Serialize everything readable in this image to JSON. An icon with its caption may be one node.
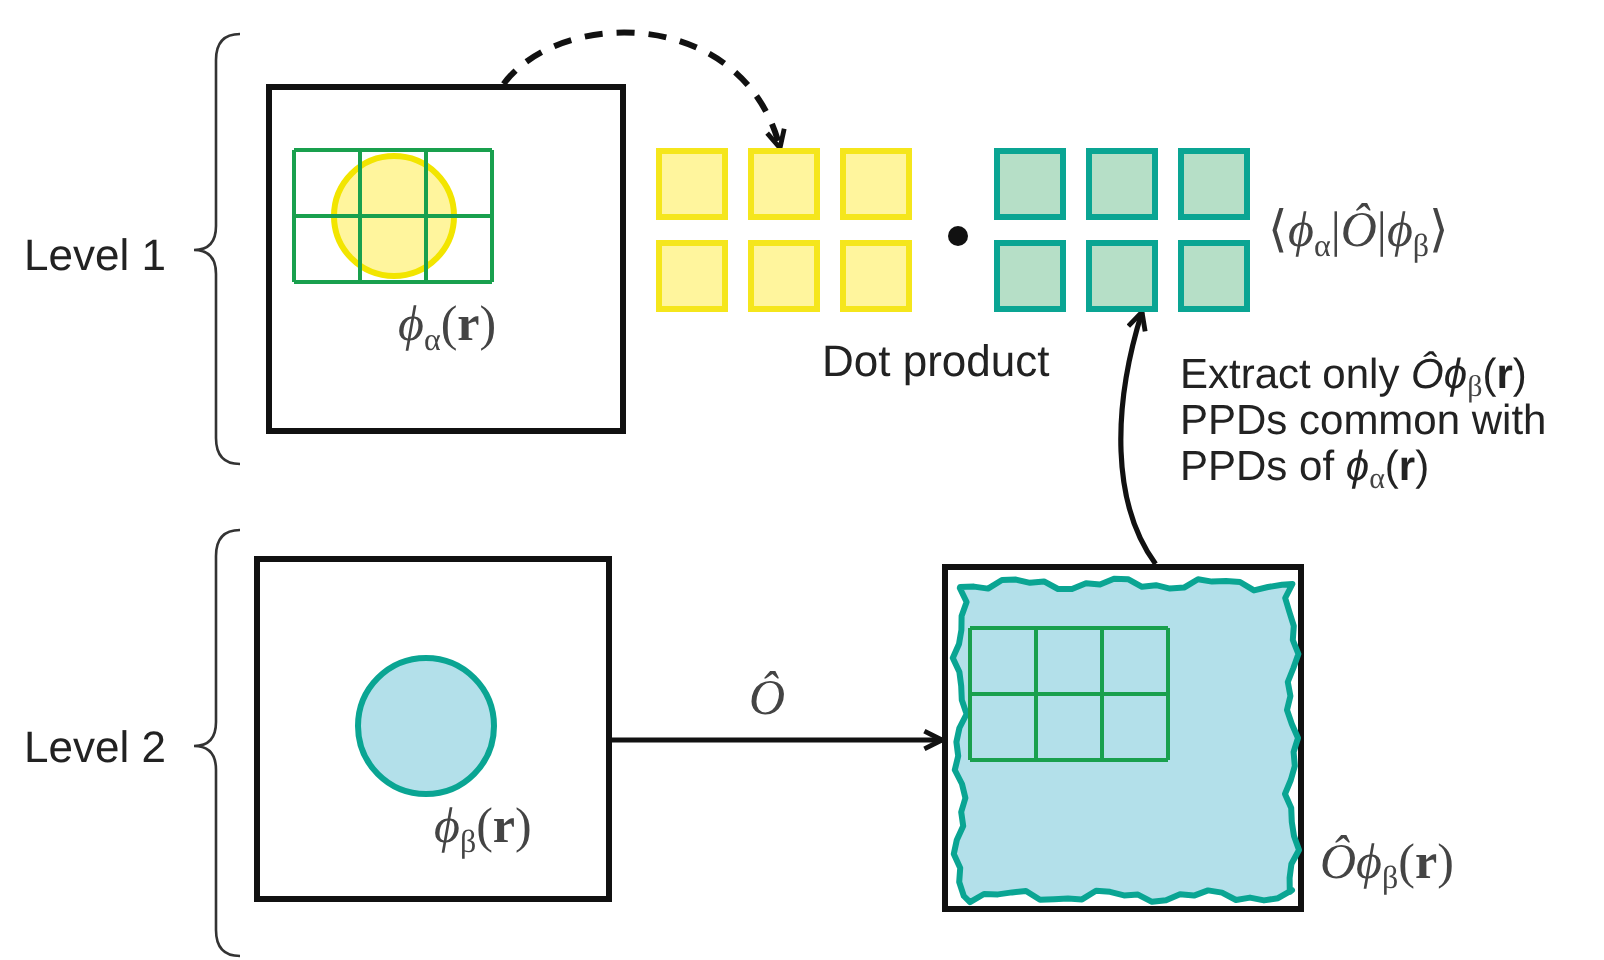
{
  "diagram": {
    "nodes": [
      {
        "text": [
          "*ϕ*$_{α}$(**r**)"
        ]
      },
      {
        "text": [],
        "shape": "grid"
      },
      {
        "text": [],
        "shape": "grid",
        "beside": [
          "⟨*ϕ*$_{α}$|*Ô*|*ϕ*$_{β}$⟩"
        ]
      },
      {
        "text": [
          "*ϕ*$_{β}$(**r**)"
        ]
      },
      {
        "text": [],
        "shape": "box",
        "beside": [
          "*Ôϕ*$_{β}$(**r**)"
        ]
      }
    ],
    "edges": [
      {
        "from": 0,
        "to": 1,
        "arrow": "to",
        "style": "dashed"
      },
      {
        "from": 3,
        "to": 4,
        "arrow": "to",
        "label": "Ô"
      },
      {
        "from": 4,
        "to": 2,
        "arrow": "to",
        "label": "Extract only *Ôϕ*$_{β}$(**r**) PPDs common with PPDs of *ϕ*$_{α}$(**r**)"
      }
    ],
    "labels": [
      "Level 1",
      "Dot product",
      "Level 2"
    ]
  }
}
